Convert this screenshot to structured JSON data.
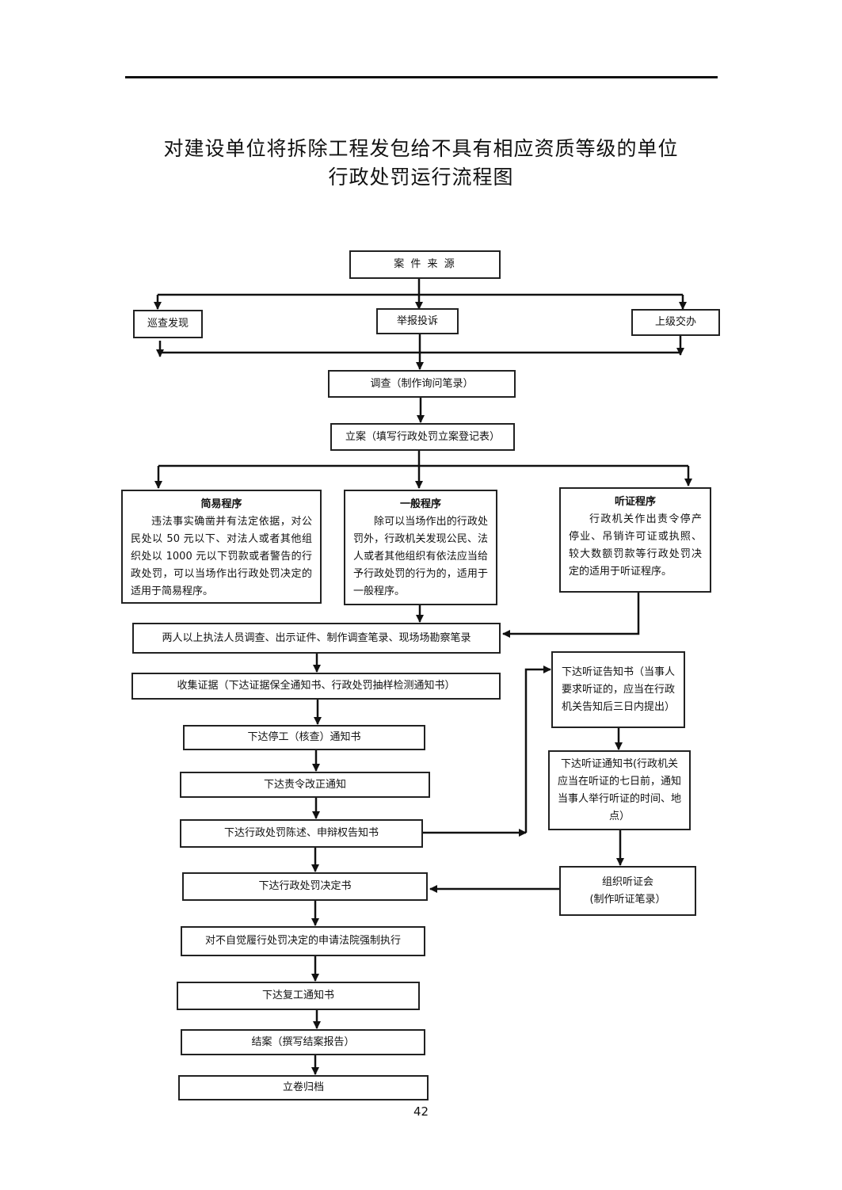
{
  "title": {
    "line1": "对建设单位将拆除工程发包给不具有相应资质等级的单位",
    "line2": "行政处罚运行流程图"
  },
  "nodes": {
    "source": "案 件 来 源",
    "patrol": "巡查发现",
    "report": "举报投诉",
    "superior": "上级交办",
    "investigate": "调查（制作询问笔录）",
    "register": "立案（填写行政处罚立案登记表）",
    "simple": {
      "heading": "简易程序",
      "body": "违法事实确凿并有法定依据，对公民处以 50 元以下、对法人或者其他组织处以 1000 元以下罚款或者警告的行政处罚，可以当场作出行政处罚决定的适用于简易程序。"
    },
    "general": {
      "heading": "一般程序",
      "body": "除可以当场作出的行政处罚外，行政机关发现公民、法人或者其他组织有依法应当给予行政处罚的行为的，适用于一般程序。"
    },
    "hearing": {
      "heading": "听证程序",
      "body": "行政机关作出责令停产停业、吊销许可证或执照、较大数额罚款等行政处罚决定的适用于听证程序。"
    },
    "two_officers": "两人以上执法人员调查、出示证件、制作调查笔录、现场场勘察笔录",
    "collect": "收集证据（下达证据保全通知书、行政处罚抽样检测通知书）",
    "stop_work": "下达停工（核查）通知书",
    "correct": "下达责令改正通知",
    "statement": "下达行政处罚陈述、申辩权告知书",
    "decision": "下达行政处罚决定书",
    "enforce": "对不自觉履行处罚决定的申请法院强制执行",
    "resume": "下达复工通知书",
    "close": "结案（撰写结案报告）",
    "archive": "立卷归档",
    "hearing_notice_right": "下达听证告知书（当事人要求听证的，应当在行政机关告知后三日内提出）",
    "hearing_notice": "下达听证通知书(行政机关应当在听证的七日前，通知当事人举行听证的时间、地点）",
    "hearing_meeting": "组织听证会\n(制作听证笔录）"
  },
  "page_number": "42"
}
